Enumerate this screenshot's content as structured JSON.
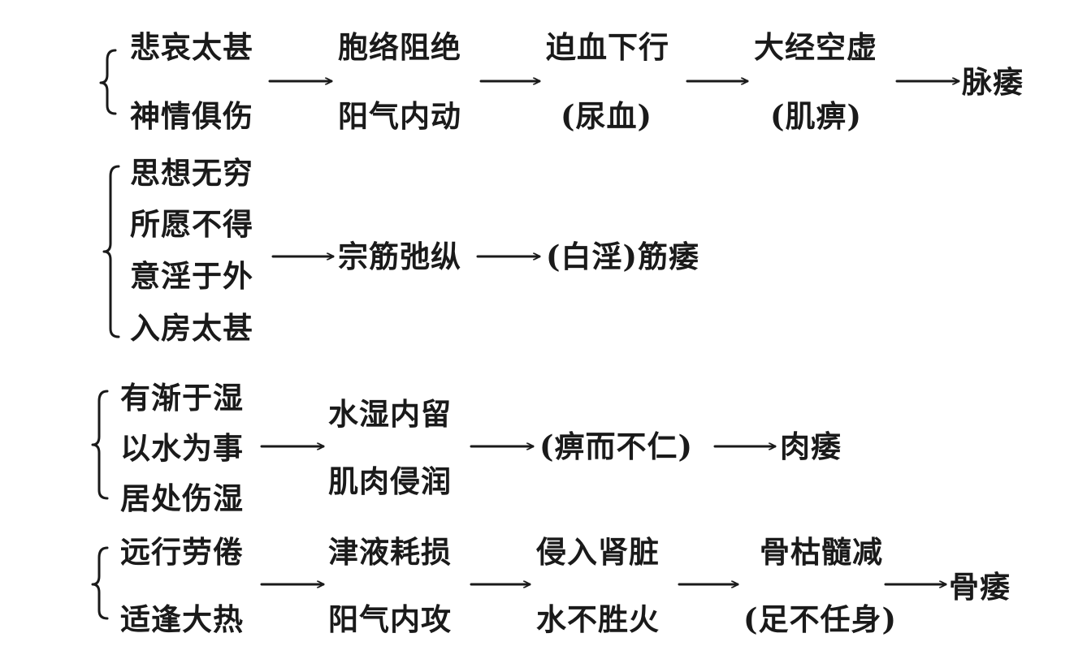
{
  "row1": {
    "causes": [
      "悲哀太甚",
      "神情俱伤"
    ],
    "stage1": [
      "胞络阻绝",
      "阳气内动"
    ],
    "stage2": [
      "迫血下行",
      "(尿血)"
    ],
    "stage3": [
      "大经空虚",
      "(肌痹)"
    ],
    "result": "脉痿"
  },
  "row2": {
    "causes": [
      "思想无穷",
      "所愿不得",
      "意淫于外",
      "入房太甚"
    ],
    "stage1": "宗筋弛纵",
    "result": "(白淫)筋痿"
  },
  "row3": {
    "causes": [
      "有渐于湿",
      "以水为事",
      "居处伤湿"
    ],
    "stage1": [
      "水湿内留",
      "肌肉侵润"
    ],
    "stage2": "(痹而不仁)",
    "result": "肉痿"
  },
  "row4": {
    "causes": [
      "远行劳倦",
      "适逢大热"
    ],
    "stage1": [
      "津液耗损",
      "阳气内攻"
    ],
    "stage2": [
      "侵入肾脏",
      "水不胜火"
    ],
    "stage3": [
      "骨枯髓减",
      "(足不任身)"
    ],
    "result": "骨痿"
  }
}
